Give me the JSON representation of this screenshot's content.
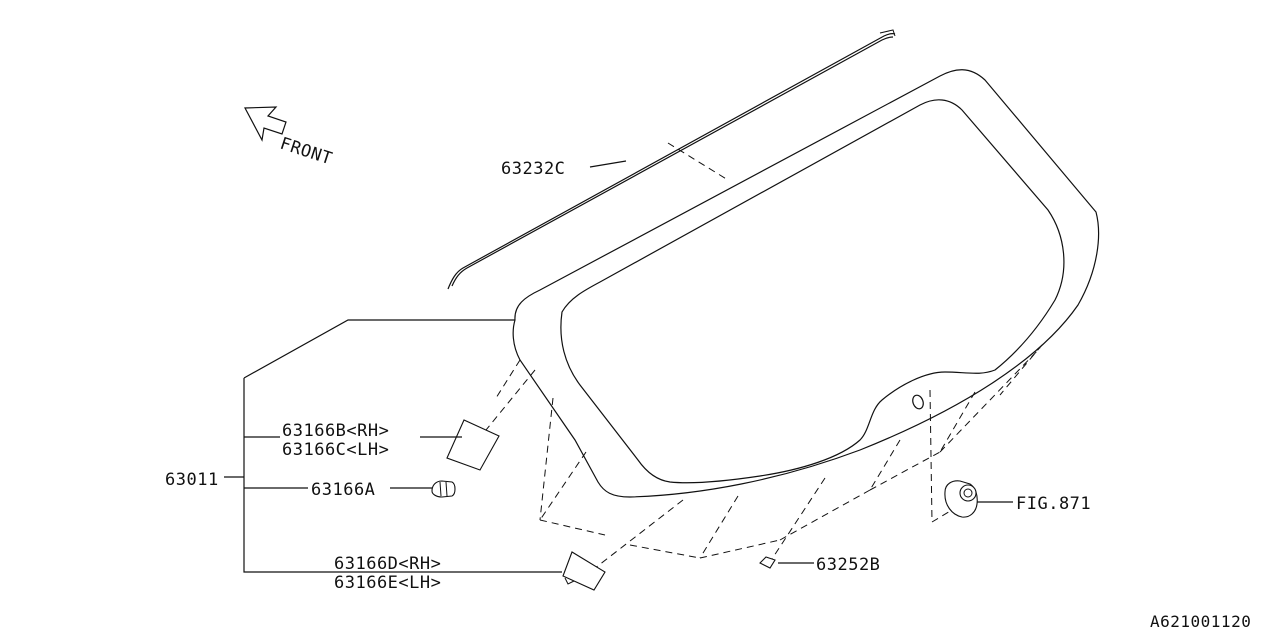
{
  "direction_label": "FRONT",
  "diagram_id": "A621001120",
  "parts": {
    "door_assembly": "63011",
    "weatherstrip": "63232C",
    "cushion_rh": "63166B<RH>",
    "cushion_lh": "63166C<LH>",
    "clip": "63166A",
    "cushion_lower_rh": "63166D<RH>",
    "cushion_lower_lh": "63166E<LH>",
    "seal": "63252B",
    "reference_fig": "FIG.871"
  }
}
